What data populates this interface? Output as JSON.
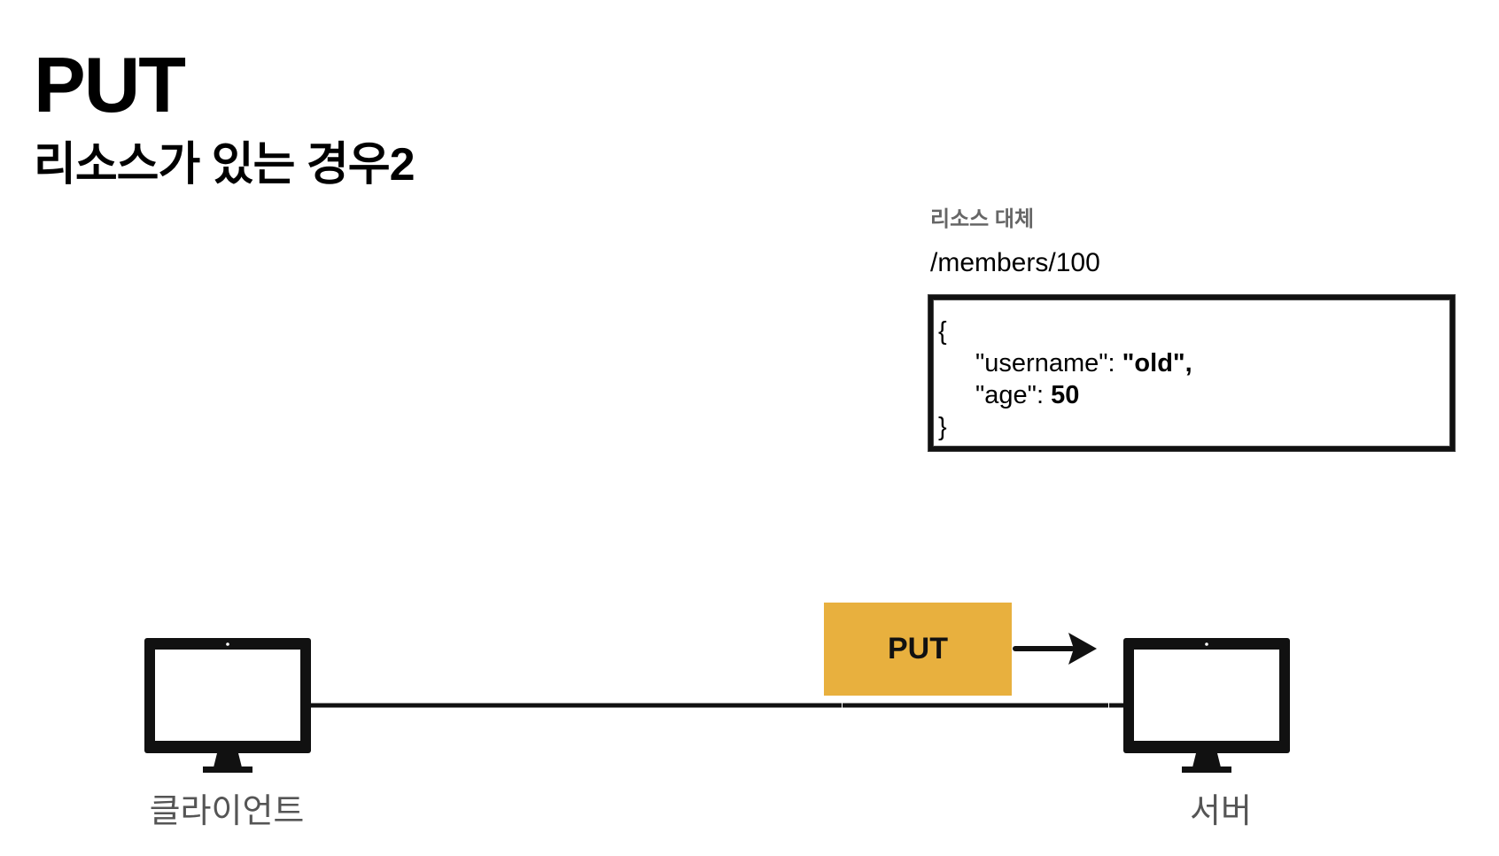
{
  "title": "PUT",
  "subtitle": "리소스가 있는 경우2",
  "resource": {
    "caption": "리소스 대체",
    "path": "/members/100",
    "json_lines": [
      {
        "text": "{",
        "indent": false
      },
      {
        "key": "\"username\": ",
        "value": "\"old\"",
        "suffix": ",",
        "indent": true
      },
      {
        "key": "\"age\": ",
        "value": "50",
        "suffix": "",
        "indent": true
      },
      {
        "text": "}",
        "indent": false
      }
    ]
  },
  "request": {
    "method_label": "PUT",
    "box_color": "#e8b03e"
  },
  "nodes": {
    "client": {
      "label": "클라이언트",
      "icon": "monitor-icon"
    },
    "server": {
      "label": "서버",
      "icon": "monitor-icon"
    }
  }
}
